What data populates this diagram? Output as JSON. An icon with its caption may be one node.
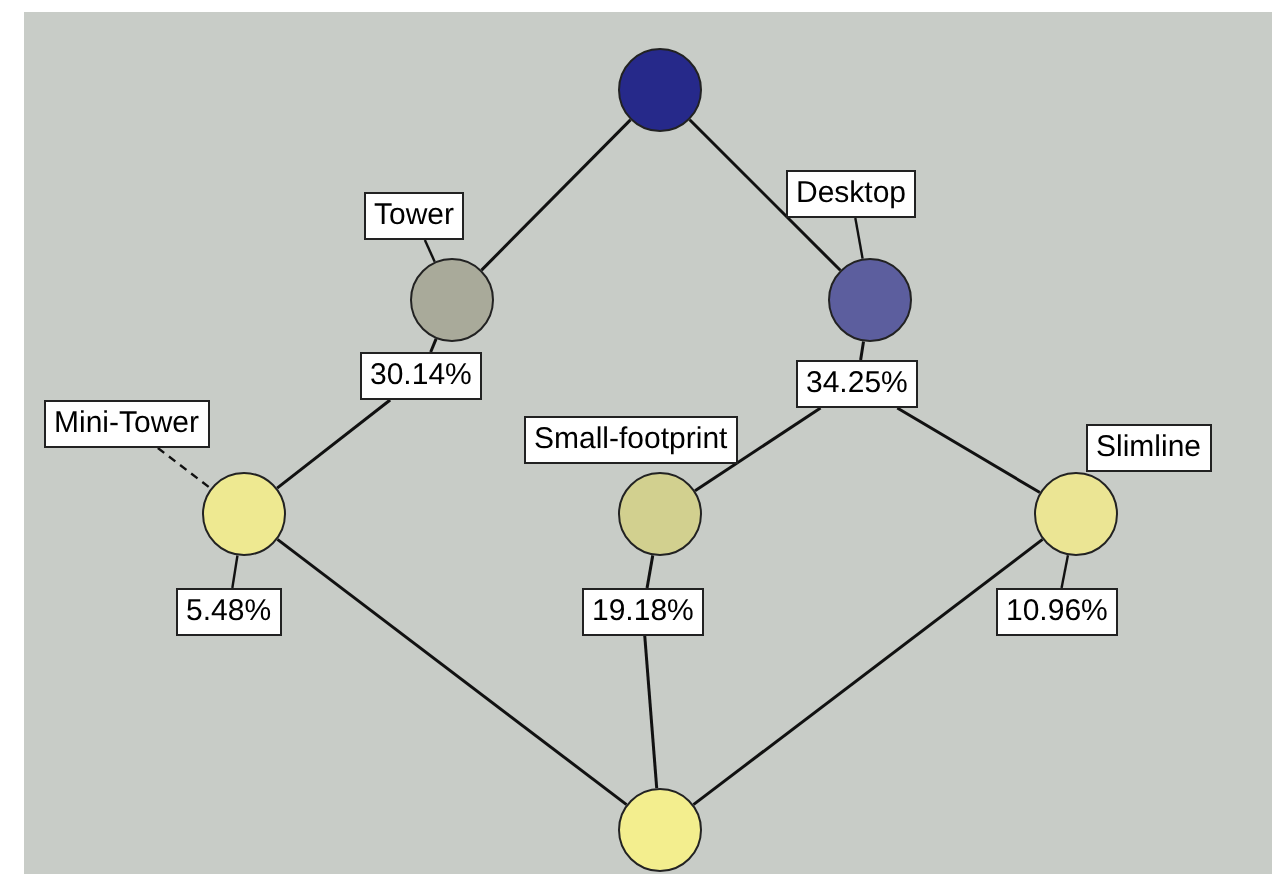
{
  "diagram": {
    "nodes": [
      {
        "text": [],
        "shape": "circle"
      },
      {
        "text": [
          "Tower"
        ]
      },
      {
        "text": [
          "Desktop"
        ]
      },
      {
        "text": [],
        "shape": "circle"
      },
      {
        "text": [],
        "shape": "circle"
      },
      {
        "text": [
          "30.14%"
        ]
      },
      {
        "text": [
          "34.25%"
        ]
      },
      {
        "text": [
          "Mini-Tower"
        ]
      },
      {
        "text": [
          "Small-footprint"
        ]
      },
      {
        "text": [
          "Slimline"
        ]
      },
      {
        "text": [],
        "shape": "circle"
      },
      {
        "text": [],
        "shape": "circle"
      },
      {
        "text": [],
        "shape": "circle"
      },
      {
        "text": [
          "5.48%"
        ]
      },
      {
        "text": [
          "19.18%"
        ]
      },
      {
        "text": [
          "10.96%"
        ]
      },
      {
        "text": [],
        "shape": "circle"
      }
    ],
    "edges": [
      {
        "from": 0,
        "to": 3,
        "arrow": "none"
      },
      {
        "from": 0,
        "to": 4,
        "arrow": "none"
      },
      {
        "from": 3,
        "to": 5,
        "arrow": "none"
      },
      {
        "from": 5,
        "to": 10,
        "arrow": "none"
      },
      {
        "from": 4,
        "to": 6,
        "arrow": "none"
      },
      {
        "from": 6,
        "to": 11,
        "arrow": "none"
      },
      {
        "from": 6,
        "to": 12,
        "arrow": "none"
      },
      {
        "from": 10,
        "to": 16,
        "arrow": "none"
      },
      {
        "from": 11,
        "to": 14,
        "arrow": "none"
      },
      {
        "from": 14,
        "to": 16,
        "arrow": "none"
      },
      {
        "from": 12,
        "to": 16,
        "arrow": "none"
      },
      {
        "from": 1,
        "to": 3,
        "arrow": "none"
      },
      {
        "from": 2,
        "to": 4,
        "arrow": "none"
      },
      {
        "from": 7,
        "to": 10,
        "arrow": "none",
        "style": "dashed"
      },
      {
        "from": 13,
        "to": 10,
        "arrow": "none"
      },
      {
        "from": 15,
        "to": 12,
        "arrow": "none"
      }
    ]
  }
}
